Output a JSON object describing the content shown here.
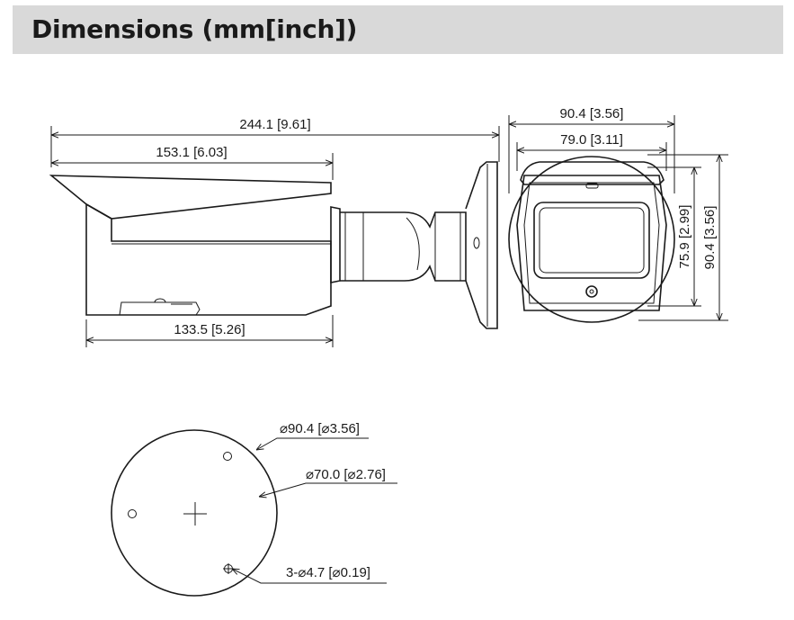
{
  "header": {
    "title": "Dimensions (mm[inch])"
  },
  "side_view": {
    "overall_length": "244.1 [9.61]",
    "body_length": "153.1 [6.03]",
    "lower_length": "133.5 [5.26]"
  },
  "front_view": {
    "outer_width": "90.4 [3.56]",
    "inner_width": "79.0 [3.11]",
    "inner_height": "75.9 [2.99]",
    "outer_height": "90.4 [3.56]"
  },
  "mount_view": {
    "outer_diameter": "⌀90.4 [⌀3.56]",
    "hole_circle_diameter": "⌀70.0 [⌀2.76]",
    "holes": "3-⌀4.7 [⌀0.19]"
  }
}
